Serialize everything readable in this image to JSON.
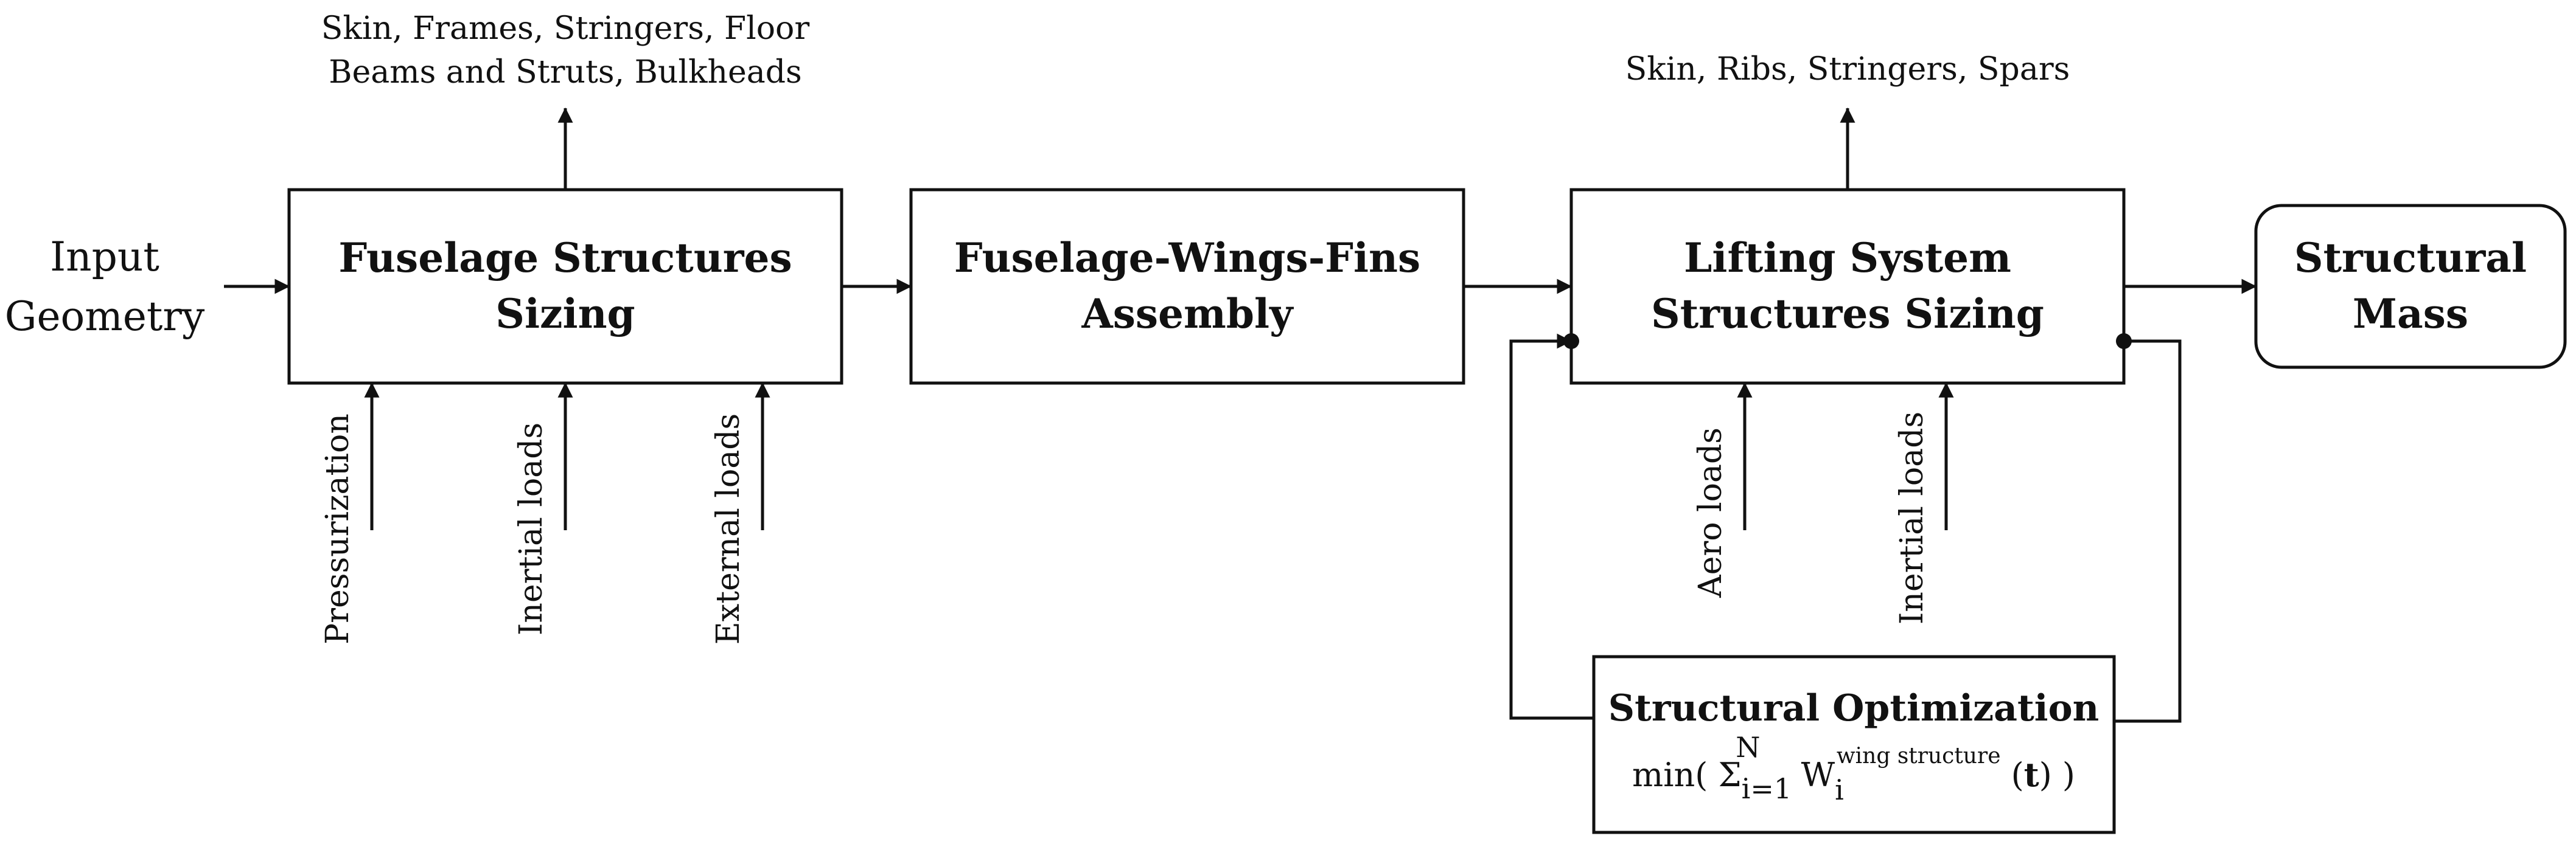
{
  "input_label": [
    "Input",
    "Geometry"
  ],
  "blocks": {
    "fuselage_sizing": [
      "Fuselage Structures",
      "Sizing"
    ],
    "assembly": [
      "Fuselage-Wings-Fins",
      "Assembly"
    ],
    "lifting_sizing": [
      "Lifting System",
      "Structures Sizing"
    ],
    "structural_mass": [
      "Structural",
      "Mass"
    ],
    "optimization_title": "Structural Optimization"
  },
  "outputs": {
    "fuselage": [
      "Skin, Frames, Stringers, Floor",
      "Beams and Struts, Bulkheads"
    ],
    "lifting": "Skin, Ribs, Stringers, Spars"
  },
  "fuselage_inputs": [
    "Pressurization",
    "Inertial loads",
    "External loads"
  ],
  "lifting_inputs": [
    "Aero loads",
    "Inertial loads"
  ],
  "objective": {
    "prefix": "min( Σ",
    "index": "i=1",
    "upper": "N",
    "w": " W",
    "w_sub": "i",
    "w_sup": "wing structure",
    "t_open": " (",
    "t": "t",
    "suffix": ") )"
  }
}
